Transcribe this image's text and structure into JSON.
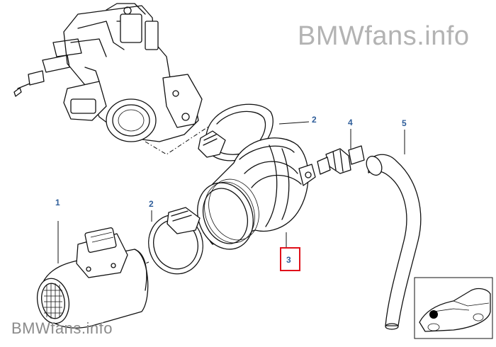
{
  "watermark": {
    "top": "BMWfans.info",
    "bottom": "BMWfans.info"
  },
  "callouts": {
    "part_1": "1",
    "part_2_upper": "2",
    "part_2_lower": "2",
    "part_3": "3",
    "part_4": "4",
    "part_5": "5"
  },
  "highlighted_part": "3",
  "colors": {
    "callout_text": "#2f5e9a",
    "highlight_border": "#e0101a",
    "watermark": "#b3b3b3"
  }
}
